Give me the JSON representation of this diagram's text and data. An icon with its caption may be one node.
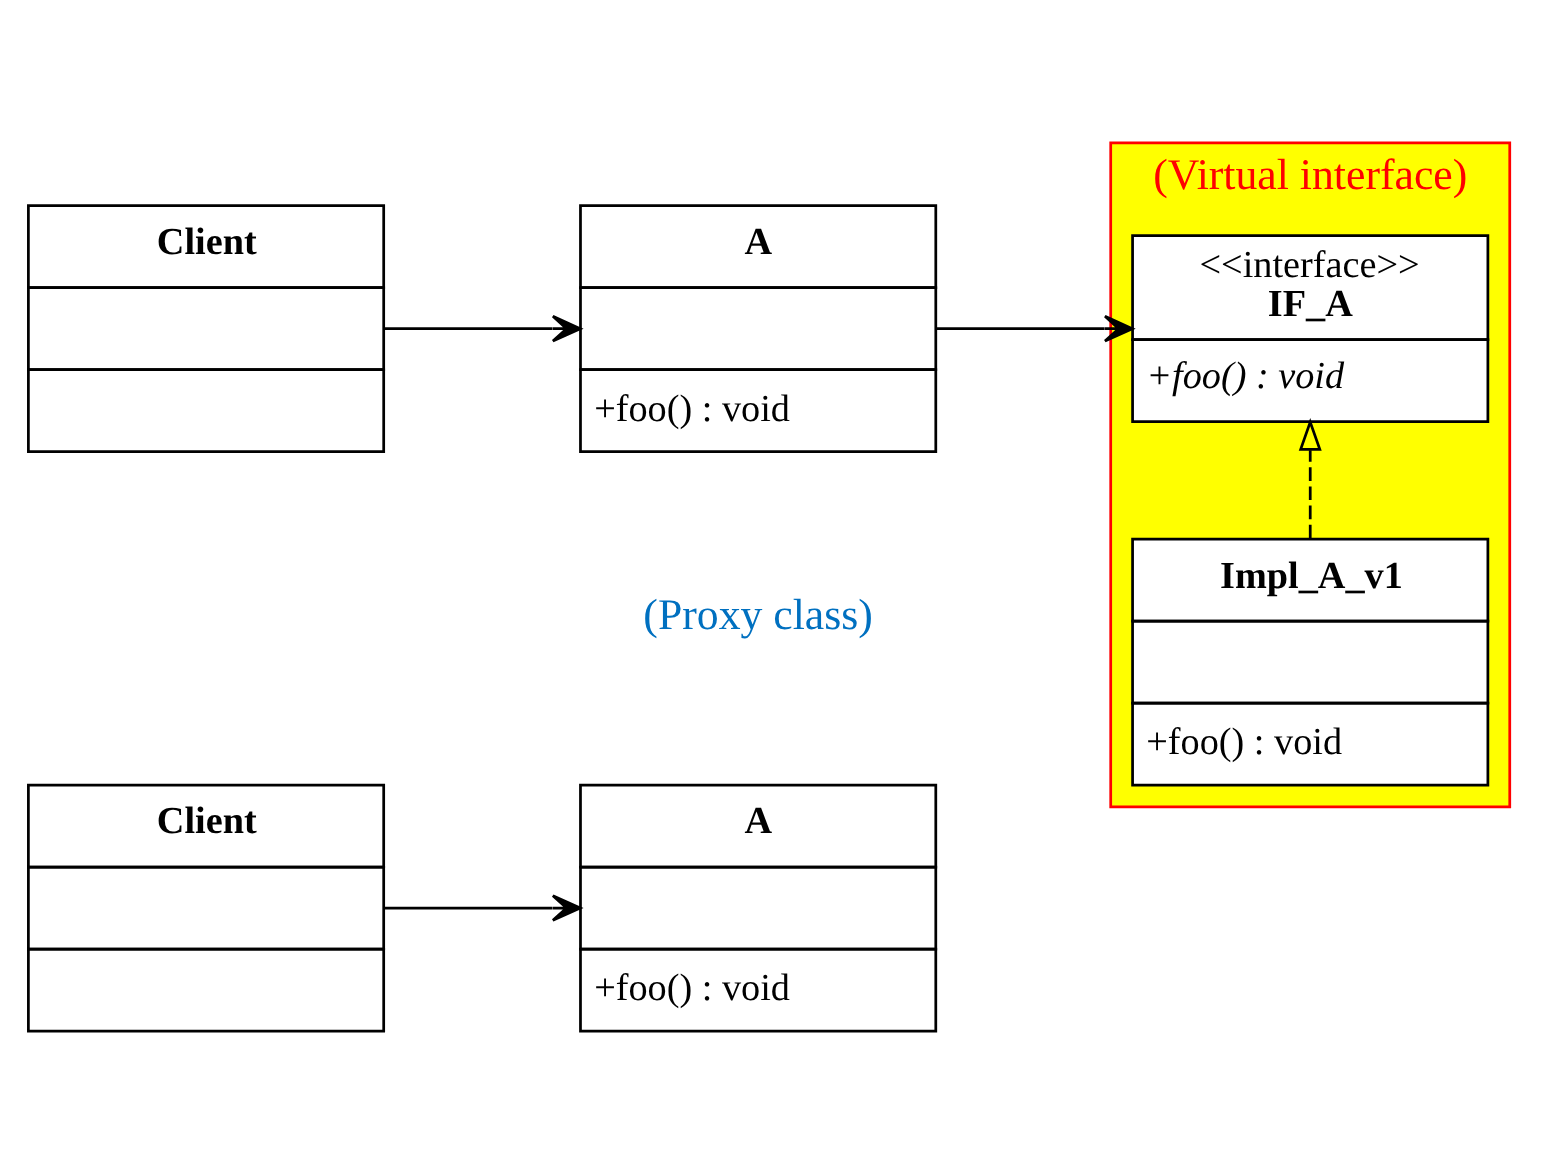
{
  "diagram": {
    "nodes": [
      {
        "text": [
          "Client"
        ]
      },
      {
        "text": [
          "A",
          "+foo() : void"
        ]
      },
      {
        "text": [
          "Client"
        ]
      },
      {
        "text": [
          "A",
          "+foo() : void"
        ],
        "beside": [
          "(Proxy class)"
        ]
      },
      {
        "text": [
          "(Virtual interface)"
        ]
      },
      {
        "text": [
          "<<interface>>",
          "IF_A",
          "+foo() : void"
        ],
        "in": 4
      },
      {
        "text": [
          "Impl_A_v1",
          "+foo() : void"
        ],
        "in": 4
      }
    ],
    "edges": [
      {
        "from": 0,
        "to": 1,
        "arrow": "to"
      },
      {
        "from": 2,
        "to": 3,
        "arrow": "to"
      },
      {
        "from": 3,
        "to": 5,
        "arrow": "to"
      },
      {
        "from": 6,
        "to": 5,
        "arrow": "to",
        "style": "dashed"
      }
    ]
  }
}
